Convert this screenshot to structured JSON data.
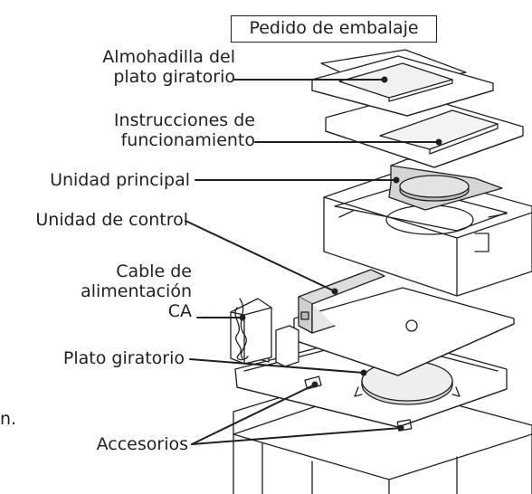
{
  "title": "Pedido de embalaje",
  "labels": {
    "turntable_pad_line1": "Almohadilla del",
    "turntable_pad_line2": "plato giratorio",
    "instructions_line1": "Instrucciones de",
    "instructions_line2": "funcionamiento",
    "main_unit": "Unidad principal",
    "control_unit": "Unidad de control",
    "power_cable_line1": "Cable de",
    "power_cable_line2": "alimentación",
    "power_cable_line3": "CA",
    "turntable": "Plato giratorio",
    "accessories": "Accesorios",
    "cut_text": "n."
  }
}
